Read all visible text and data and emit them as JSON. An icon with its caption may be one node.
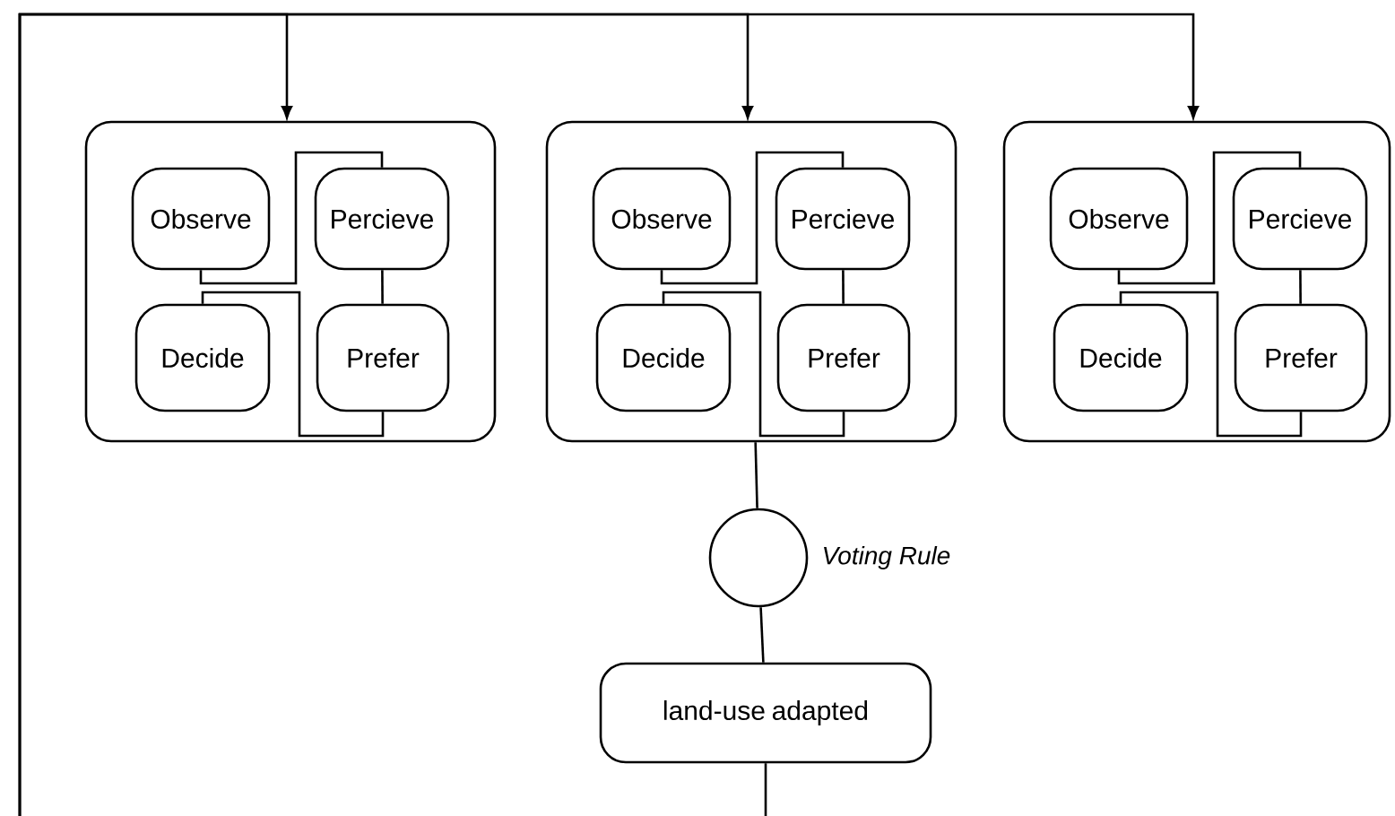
{
  "diagram": {
    "nodes": [
      {
        "text": [],
        "shape": "box"
      },
      {
        "text": [
          "Observe"
        ],
        "in": 0
      },
      {
        "text": [
          "Percieve"
        ],
        "in": 0
      },
      {
        "text": [
          "Decide"
        ],
        "in": 0
      },
      {
        "text": [
          "Prefer"
        ],
        "in": 0
      },
      {
        "text": [],
        "shape": "box"
      },
      {
        "text": [
          "Observe"
        ],
        "in": 5
      },
      {
        "text": [
          "Percieve"
        ],
        "in": 5
      },
      {
        "text": [
          "Decide"
        ],
        "in": 5
      },
      {
        "text": [
          "Prefer"
        ],
        "in": 5
      },
      {
        "text": [],
        "shape": "box"
      },
      {
        "text": [
          "Observe"
        ],
        "in": 10
      },
      {
        "text": [
          "Percieve"
        ],
        "in": 10
      },
      {
        "text": [
          "Decide"
        ],
        "in": 10
      },
      {
        "text": [
          "Prefer"
        ],
        "in": 10
      },
      {
        "text": [],
        "shape": "circle",
        "beside": [
          "Voting Rule"
        ]
      },
      {
        "text": [
          "land-use adapted"
        ]
      }
    ],
    "edges": [
      {
        "from": null,
        "to": 0,
        "arrow": "to"
      },
      {
        "from": null,
        "to": 5,
        "arrow": "to"
      },
      {
        "from": null,
        "to": 10,
        "arrow": "to"
      },
      {
        "from": 1,
        "to": 2,
        "arrow": "none"
      },
      {
        "from": 3,
        "to": 4,
        "arrow": "none"
      },
      {
        "from": 2,
        "to": 4,
        "arrow": "none"
      },
      {
        "from": 6,
        "to": 7,
        "arrow": "none"
      },
      {
        "from": 8,
        "to": 9,
        "arrow": "none"
      },
      {
        "from": 7,
        "to": 9,
        "arrow": "none"
      },
      {
        "from": 11,
        "to": 12,
        "arrow": "none"
      },
      {
        "from": 13,
        "to": 14,
        "arrow": "none"
      },
      {
        "from": 12,
        "to": 14,
        "arrow": "none"
      },
      {
        "from": 5,
        "to": 15,
        "arrow": "none"
      },
      {
        "from": 15,
        "to": 16,
        "arrow": "none"
      },
      {
        "from": 16,
        "to": null,
        "arrow": "none"
      }
    ]
  }
}
